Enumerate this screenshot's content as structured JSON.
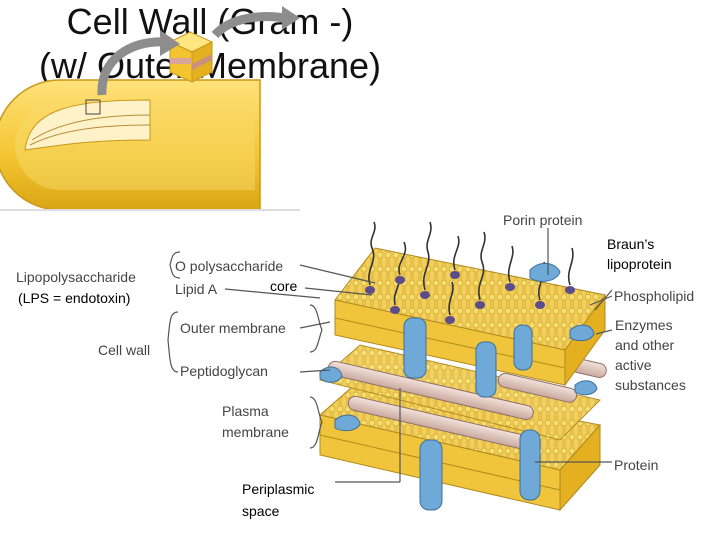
{
  "title": {
    "line1": "Cell Wall (Gram -)",
    "line2_prefix": "(w/ ",
    "line2_underlined": "Outer",
    "line2_suffix": " Membrane)"
  },
  "labels": {
    "porin_protein": "Porin protein",
    "brauns_lipoprotein_1": "Braun’s",
    "brauns_lipoprotein_2": "lipoprotein",
    "lipopolysaccharide": "Lipopolysaccharide",
    "lps_endotoxin": "(LPS = endotoxin)",
    "o_polysaccharide": "O polysaccharide",
    "lipid_a": "Lipid A",
    "core": "core",
    "phospholipid": "Phospholipid",
    "outer_membrane": "Outer membrane",
    "cell_wall": "Cell wall",
    "peptidoglycan": "Peptidoglycan",
    "enzymes_1": "Enzymes",
    "enzymes_2": "and other",
    "enzymes_3": "active",
    "enzymes_4": "substances",
    "plasma_membrane_1": "Plasma",
    "plasma_membrane_2": "membrane",
    "protein": "Protein",
    "periplasmic_1": "Periplasmic",
    "periplasmic_2": "space"
  },
  "colors": {
    "cell_body": "#f4c430",
    "membrane": "#f2cf5a",
    "head": "#f5d55c",
    "porin": "#6fa9d8",
    "peptidoglycan": "#e0c2b8",
    "lps": "#5b4c8c",
    "arrow": "#9a9a9a"
  }
}
